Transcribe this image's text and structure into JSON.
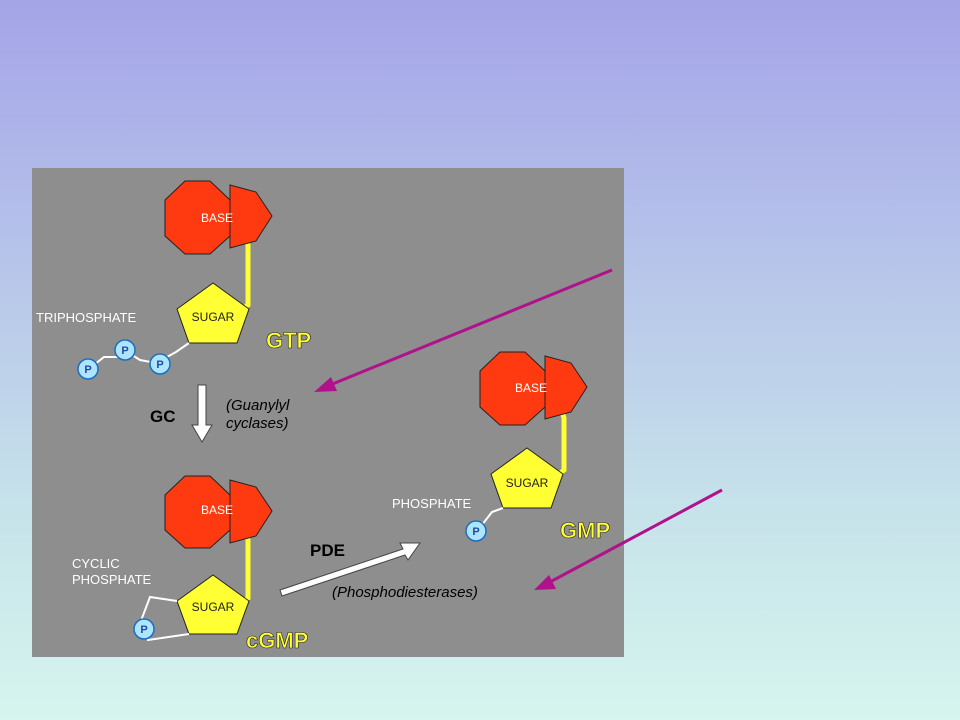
{
  "slide": {
    "colors": {
      "background_top": "#a4a4e8",
      "background_bottom": "#d6f5ee",
      "panel": "#8e8e8e",
      "base": "#ff3a10",
      "sugar": "#ffff33",
      "phosphate": "#aee4ff",
      "annotation_arrow": "#b0128c"
    }
  },
  "diagram": {
    "gtp": {
      "base_label": "BASE",
      "sugar_label": "SUGAR",
      "phosphate_label": "TRIPHOSPHATE",
      "phosphate_symbols": [
        "P",
        "P",
        "P"
      ],
      "name": "GTP"
    },
    "conversion1": {
      "enzyme": "GC",
      "description_line1": "(Guanylyl",
      "description_line2": "cyclases)"
    },
    "cgmp": {
      "base_label": "BASE",
      "sugar_label": "SUGAR",
      "phosphate_line1": "CYCLIC",
      "phosphate_line2": "PHOSPHATE",
      "phosphate_symbol": "P",
      "name": "cGMP"
    },
    "conversion2": {
      "enzyme": "PDE",
      "description": "(Phosphodiesterases)"
    },
    "gmp": {
      "base_label": "BASE",
      "sugar_label": "SUGAR",
      "phosphate_label": "PHOSPHATE",
      "phosphate_symbol": "P",
      "name": "GMP"
    }
  }
}
